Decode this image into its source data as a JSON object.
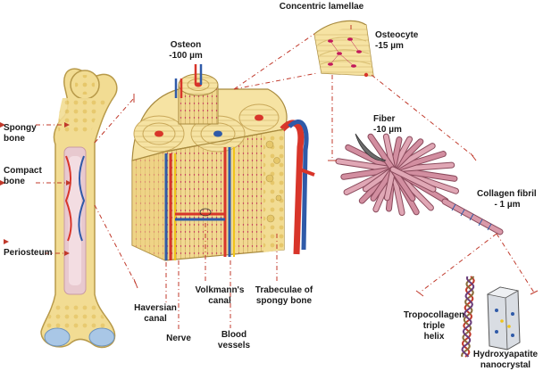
{
  "labels": {
    "concentric_lamellae": "Concentric lamellae",
    "osteon_title": "Osteon",
    "osteon_size": "-100 µm",
    "osteocyte_title": "Osteocyte",
    "osteocyte_size": "-15 µm",
    "spongy_bone_1": "Spongy",
    "spongy_bone_2": "bone",
    "compact_bone_1": "Compact",
    "compact_bone_2": "bone",
    "periosteum": "Periosteum",
    "fiber_title": "Fiber",
    "fiber_size": "-10 µm",
    "collagen_fibril_title": "Collagen fibril",
    "collagen_fibril_size": "- 1 µm",
    "haversian_1": "Haversian",
    "haversian_2": "canal",
    "nerve": "Nerve",
    "volkmann_1": "Volkmann's",
    "volkmann_2": "canal",
    "blood_1": "Blood",
    "blood_2": "vessels",
    "trabeculae_1": "Trabeculae of",
    "trabeculae_2": "spongy bone",
    "tropocollagen_1": "Tropocollagen",
    "tropocollagen_2": "triple",
    "tropocollagen_3": "helix",
    "hydroxyapatite_1": "Hydroxyapatite",
    "hydroxyapatite_2": "nanocrystal"
  },
  "colors": {
    "bone": "#f2dc93",
    "bone_edge": "#b89a4a",
    "marrow": "#e8c9cf",
    "lamella": "#f6e3a3",
    "artery": "#d8352a",
    "vein": "#2f5aa8",
    "nerve": "#f0c419",
    "fiber": "#d99aaa",
    "fiber_edge": "#8a4a5c",
    "guide": "#c0392b",
    "cartilage": "#a9c7e6"
  }
}
